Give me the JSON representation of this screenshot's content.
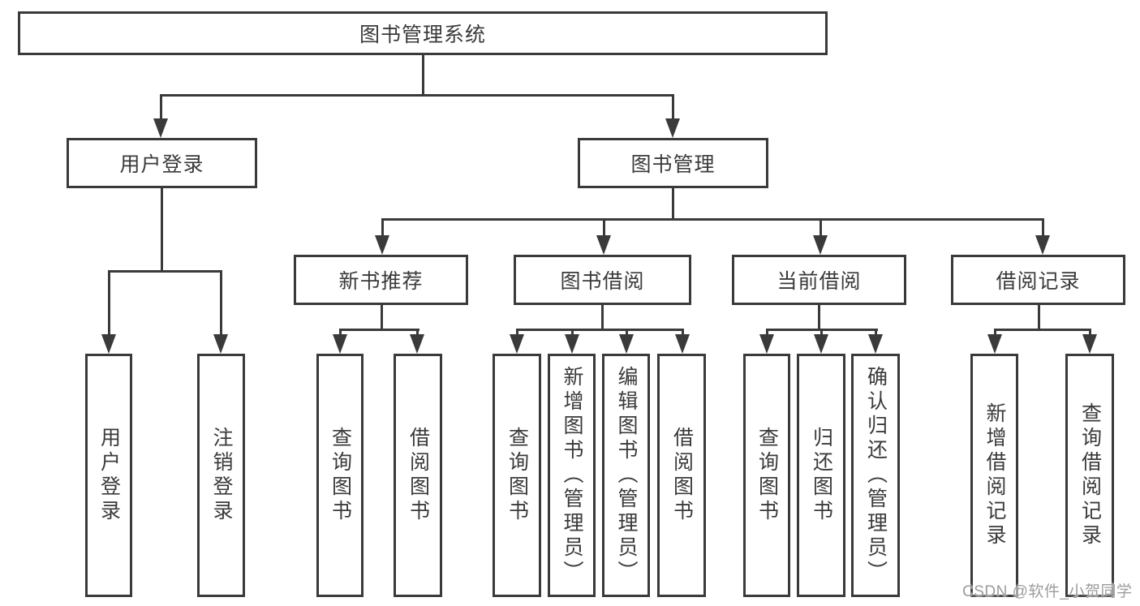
{
  "diagram_title": "图书管理系统",
  "nodes": {
    "root": {
      "label": "图书管理系统"
    },
    "level2": [
      {
        "label": "用户登录"
      },
      {
        "label": "图书管理"
      }
    ],
    "level3": [
      {
        "label": "新书推荐"
      },
      {
        "label": "图书借阅"
      },
      {
        "label": "当前借阅"
      },
      {
        "label": "借阅记录"
      }
    ]
  },
  "leaves": {
    "login": [
      {
        "label": "用户登录"
      },
      {
        "label": "注销登录"
      }
    ],
    "recommend": [
      {
        "label": "查询图书"
      },
      {
        "label": "借阅图书"
      }
    ],
    "borrow": [
      {
        "label": "查询图书"
      },
      {
        "label": "新增图书（管理员）"
      },
      {
        "label": "编辑图书（管理员）"
      },
      {
        "label": "借阅图书"
      }
    ],
    "current": [
      {
        "label": "查询图书"
      },
      {
        "label": "归还图书"
      },
      {
        "label": "确认归还（管理员）"
      }
    ],
    "records": [
      {
        "label": "新增借阅记录"
      },
      {
        "label": "查询借阅记录"
      }
    ]
  },
  "watermark": {
    "text": "CSDN @软件_小贺同学"
  },
  "colors": {
    "line": "#3a3a3a",
    "border": "#3a3a3a",
    "text": "#3a3a3a",
    "background": "#ffffff",
    "watermark": "#9c9c9c"
  }
}
